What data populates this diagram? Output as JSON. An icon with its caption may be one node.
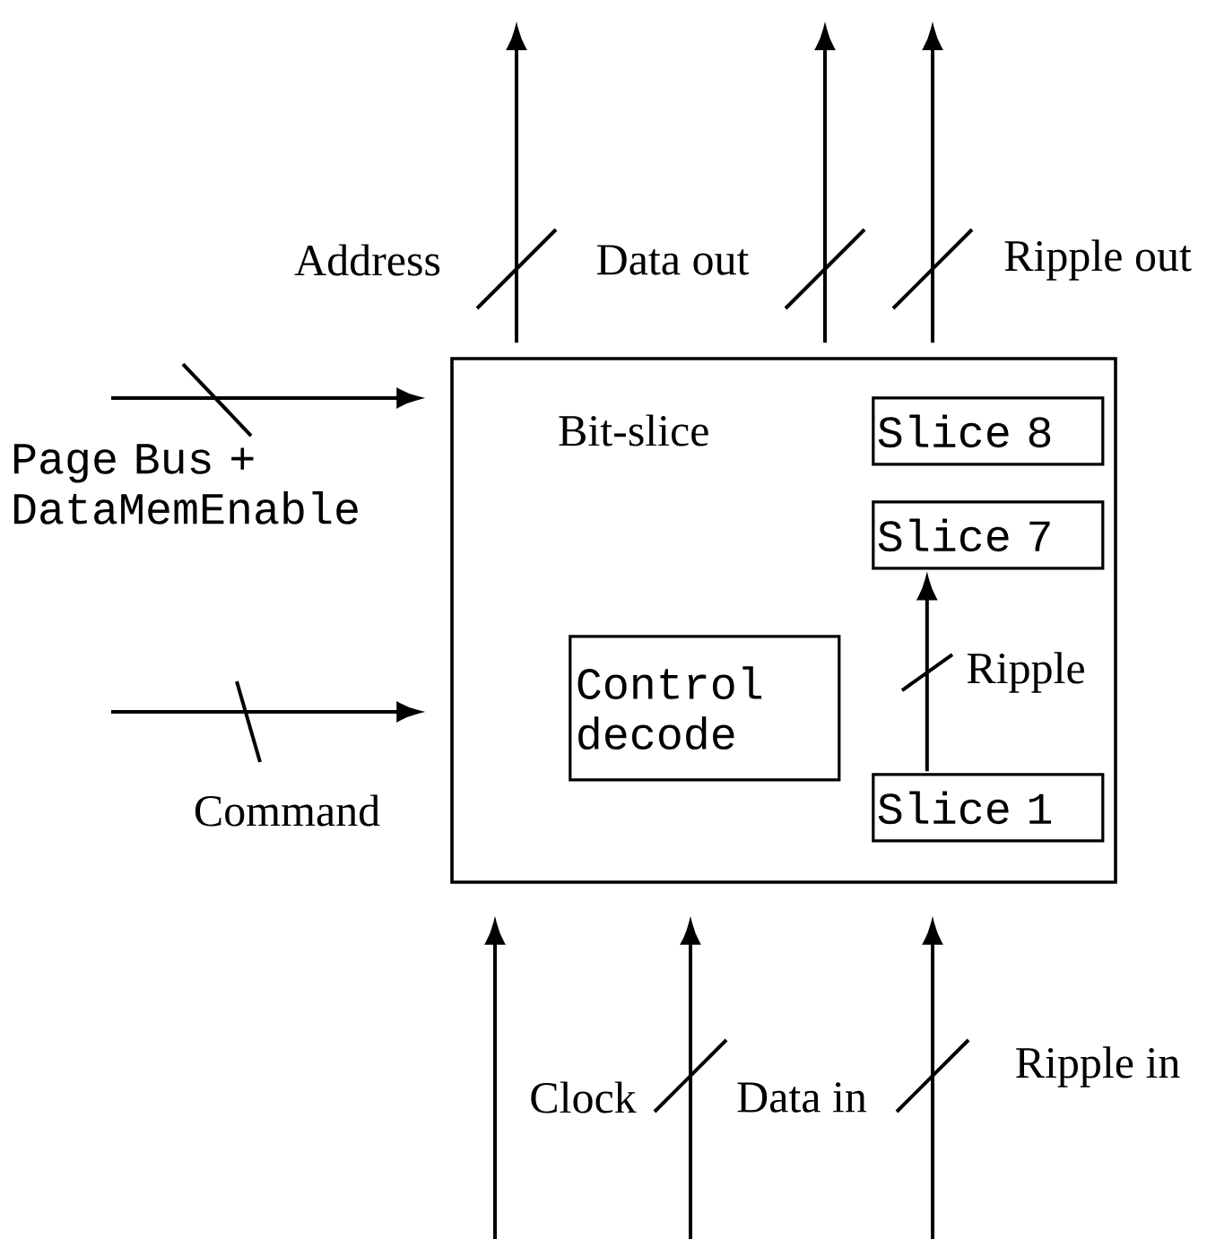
{
  "diagram": {
    "nodes": [
      {
        "text": [
          "Bit-slice"
        ]
      },
      {
        "text": [
          "Slice 8"
        ],
        "in": 0
      },
      {
        "text": [
          "Slice 7"
        ],
        "in": 0
      },
      {
        "text": [
          "Control decode"
        ],
        "in": 0
      },
      {
        "text": [
          "Slice 1"
        ],
        "in": 0
      }
    ],
    "edges": [
      {
        "from": 0,
        "to": null,
        "arrow": "to",
        "label": "Address"
      },
      {
        "from": 0,
        "to": null,
        "arrow": "to",
        "label": "Data out"
      },
      {
        "from": 0,
        "to": null,
        "arrow": "to",
        "label": "Ripple out"
      },
      {
        "from": null,
        "to": 0,
        "arrow": "to",
        "label": "Page Bus + DataMemEnable"
      },
      {
        "from": null,
        "to": 0,
        "arrow": "to",
        "label": "Command"
      },
      {
        "from": null,
        "to": 0,
        "arrow": "to",
        "label": "Clock"
      },
      {
        "from": null,
        "to": 0,
        "arrow": "to",
        "label": "Data in"
      },
      {
        "from": null,
        "to": 0,
        "arrow": "to",
        "label": "Ripple in"
      },
      {
        "from": 4,
        "to": 2,
        "arrow": "to",
        "label": "Ripple"
      }
    ]
  }
}
